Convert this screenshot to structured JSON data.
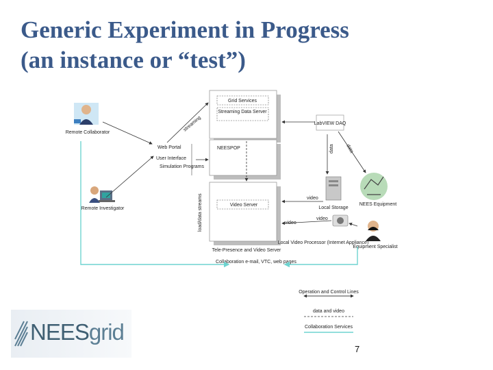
{
  "title": {
    "line1": "Generic Experiment in Progress",
    "line2": "(an instance or “test”)"
  },
  "nodes": {
    "remote_collaborator": "Remote Collaborator",
    "remote_investigator": "Remote Investigator",
    "web_portal": "Web Portal",
    "user_interface": "User Interface",
    "simulation_programs": "Simulation Programs",
    "grid_services": "Grid Services",
    "streaming_data_server": "Streaming Data Server",
    "neespop": "NEESPOP",
    "video_server": "Video Server",
    "tele_presence": "Tele-Presence and Video Server",
    "labview_daq": "LabVIEW DAQ",
    "local_storage": "Local Storage",
    "local_video_processor": "Local Video Processor (Internet Appliance)",
    "nees_equipment": "NEES Equipment",
    "equipment_specialist": "Equipment Specialist",
    "collaboration": "Collaboration e-mail, VTC, web pages"
  },
  "edge_labels": {
    "streaming": "streaming",
    "data": "data",
    "data2": "data",
    "video": "video",
    "video2": "video",
    "video3": "video",
    "load_data": "load/data streams"
  },
  "legend": {
    "operation": "Operation and Control Lines",
    "data_video": "data and video",
    "collaboration": "Collaboration Services"
  },
  "logo": {
    "prefix": "NEES",
    "suffix": "grid"
  },
  "page_number": "7",
  "colors": {
    "title": "#3b5a8a",
    "collab_line": "#6ed4d0",
    "logo_text": "#3f5f73"
  },
  "icons": [
    "person-icon",
    "workstation-icon",
    "server-tower-icon",
    "shake-table-icon",
    "person-icon",
    "camera-icon",
    "grid-logo-icon"
  ]
}
